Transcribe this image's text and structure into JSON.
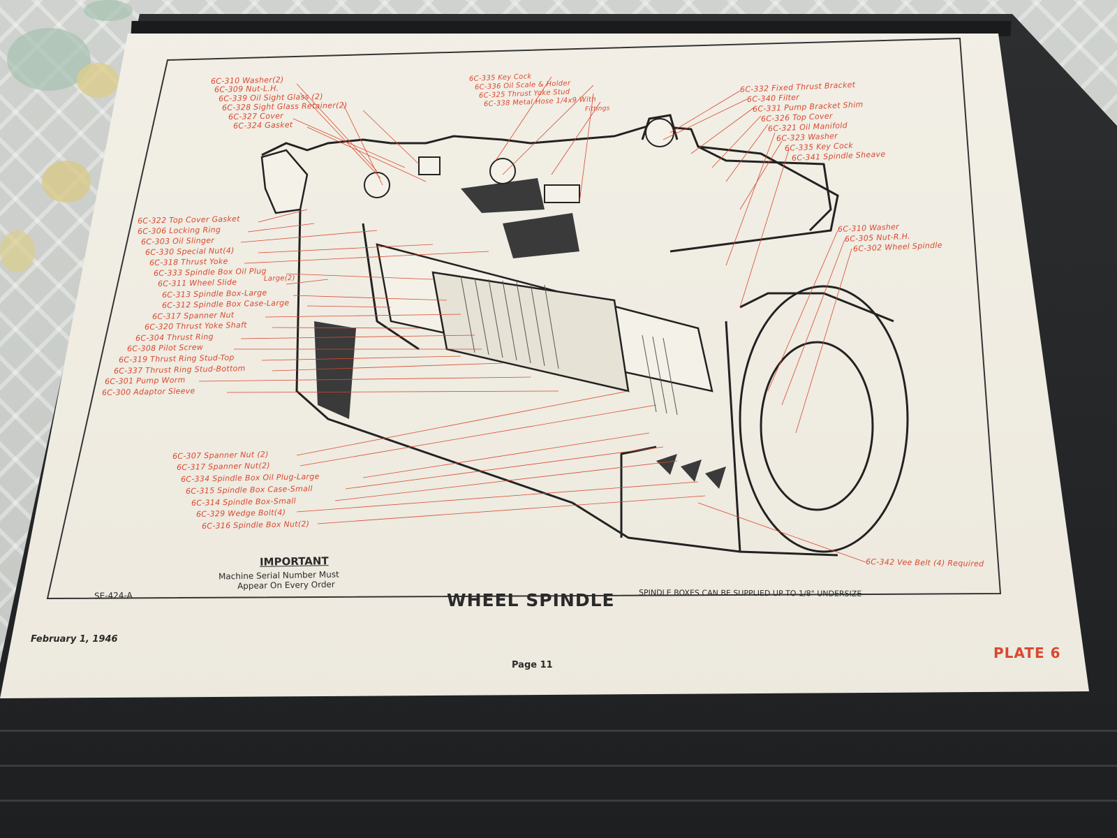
{
  "diagram": {
    "title": "WHEEL SPINDLE",
    "drawing_number": "SE-424-A",
    "important_heading": "IMPORTANT",
    "important_line1": "Machine Serial Number Must",
    "important_line2": "Appear On Every Order",
    "undersize_note": "SPINDLE BOXES CAN BE SUPPLIED UP TO 1/8\" UNDERSIZE",
    "date": "February 1, 1946",
    "page_number": "Page 11",
    "plate": "PLATE 6",
    "left_labels": [
      "6C-310 Washer(2)",
      "6C-309 Nut-L.H.",
      "6C-339 Oil Sight Glass (2)",
      "6C-328 Sight Glass Retainer(2)",
      "6C-327 Cover",
      "6C-324 Gasket",
      "6C-322 Top Cover Gasket",
      "6C-306 Locking Ring",
      "6C-303 Oil Slinger",
      "6C-330 Special Nut(4)",
      "6C-318 Thrust Yoke",
      "6C-333 Spindle Box Oil Plug",
      "6C-311 Wheel Slide",
      "6C-313 Spindle Box-Large",
      "6C-312 Spindle Box Case-Large",
      "6C-317 Spanner Nut",
      "6C-320 Thrust Yoke Shaft",
      "6C-304 Thrust Ring",
      "6C-308 Pilot Screw",
      "6C-319 Thrust Ring Stud-Top",
      "6C-337 Thrust Ring Stud-Bottom",
      "6C-301 Pump Worm",
      "6C-300 Adaptor Sleeve"
    ],
    "large_suffix": "Large(2)",
    "top_labels": [
      "6C-335 Key Cock",
      "6C-336 Oil Scale & Holder",
      "6C-325 Thrust Yoke Stud",
      "6C-338 Metal Hose 1/4x9 With"
    ],
    "fittings_suffix": "Fittings",
    "right_labels": [
      "6C-332 Fixed Thrust Bracket",
      "6C-340 Filter",
      "6C-331 Pump Bracket Shim",
      "6C-326 Top Cover",
      "6C-321 Oil Manifold",
      "6C-323 Washer",
      "6C-335 Key Cock",
      "6C-341 Spindle Sheave"
    ],
    "right_mid_labels": [
      "6C-310 Washer",
      "6C-305 Nut-R.H.",
      "6C-302 Wheel Spindle"
    ],
    "bottom_labels": [
      "6C-307 Spanner Nut (2)",
      "6C-317 Spanner Nut(2)",
      "6C-334 Spindle Box Oil Plug-Large",
      "6C-315 Spindle Box Case-Small",
      "6C-314 Spindle Box-Small",
      "6C-329 Wedge Bolt(4)",
      "6C-316 Spindle Box Nut(2)"
    ],
    "vee_belt_label": "6C-342 Vee Belt (4) Required"
  },
  "colors": {
    "label_red": "#d9482e",
    "line_dark": "#2a2a2a",
    "paper": "#f2efe6"
  }
}
